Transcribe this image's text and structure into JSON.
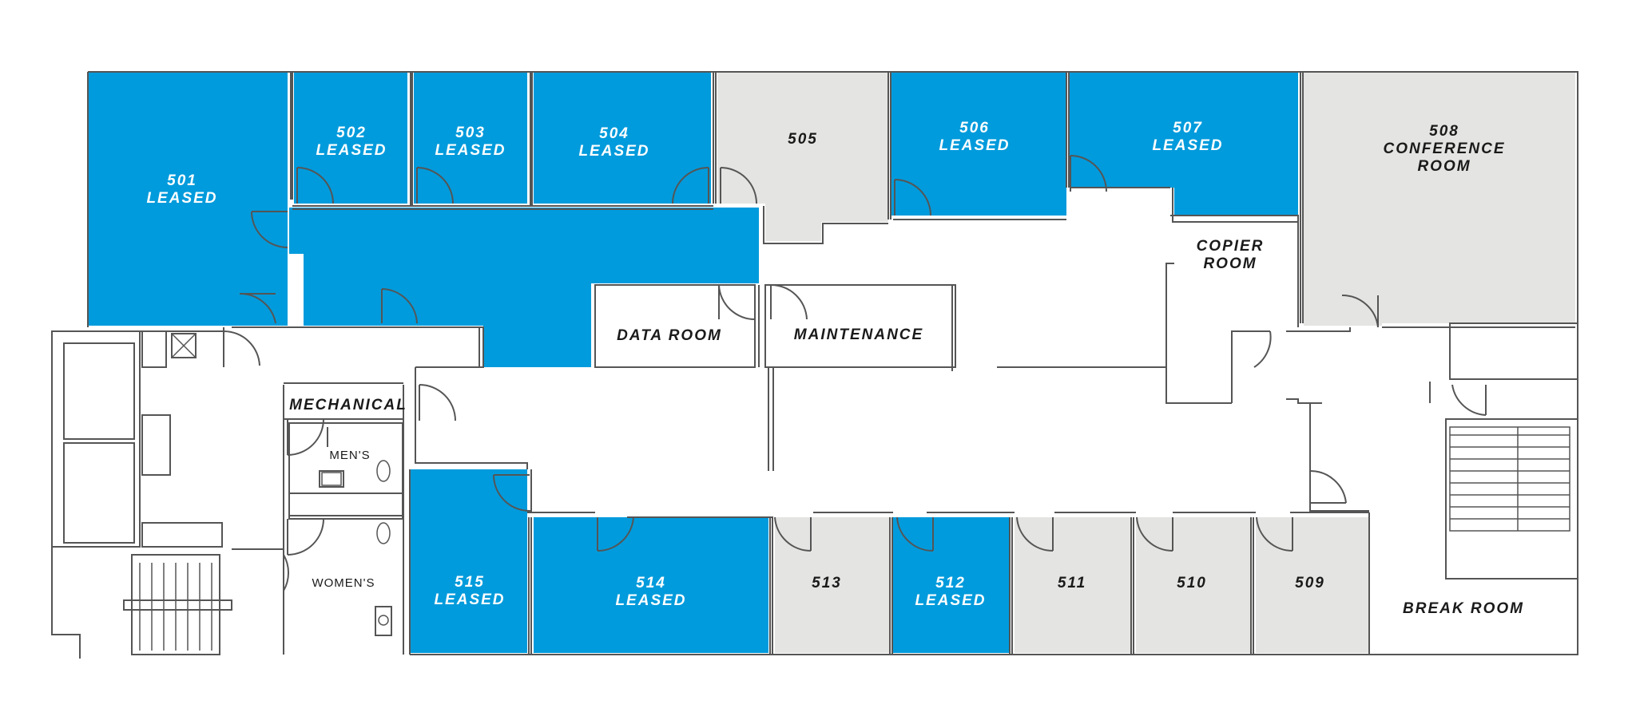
{
  "colors": {
    "leased": "#009bdc",
    "available": "#e4e4e2",
    "wall": "#555555",
    "leased_text": "#ffffff",
    "room_text": "#1a1a1a"
  },
  "units": [
    {
      "number": "501",
      "status": "LEASED"
    },
    {
      "number": "502",
      "status": "LEASED"
    },
    {
      "number": "503",
      "status": "LEASED"
    },
    {
      "number": "504",
      "status": "LEASED"
    },
    {
      "number": "505",
      "status": ""
    },
    {
      "number": "506",
      "status": "LEASED"
    },
    {
      "number": "507",
      "status": "LEASED"
    },
    {
      "number": "508",
      "status": "",
      "line2": "CONFERENCE",
      "line3": "ROOM"
    },
    {
      "number": "509",
      "status": ""
    },
    {
      "number": "510",
      "status": ""
    },
    {
      "number": "511",
      "status": ""
    },
    {
      "number": "512",
      "status": "LEASED"
    },
    {
      "number": "513",
      "status": ""
    },
    {
      "number": "514",
      "status": "LEASED"
    },
    {
      "number": "515",
      "status": "LEASED"
    }
  ],
  "rooms": {
    "copier_line1": "COPIER",
    "copier_line2": "ROOM",
    "data_room": "DATA ROOM",
    "maintenance": "MAINTENANCE",
    "mechanical": "MECHANICAL",
    "mens": "MEN'S",
    "womens": "WOMEN'S",
    "break_room": "BREAK ROOM"
  }
}
